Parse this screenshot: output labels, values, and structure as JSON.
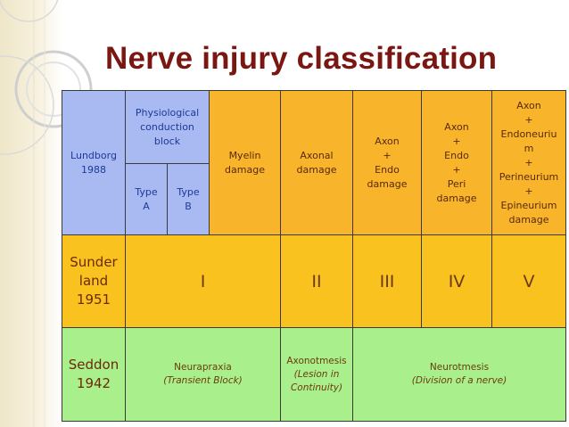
{
  "slide": {
    "title": "Nerve injury classification"
  },
  "table": {
    "lundborg": {
      "label_lines": [
        "Lundborg",
        "1988"
      ],
      "physiological_block_lines": [
        "Physiological",
        "conduction",
        "block"
      ],
      "type_a_lines": [
        "Type",
        "A"
      ],
      "type_b_lines": [
        "Type",
        "B"
      ],
      "myelin_lines": [
        "Myelin",
        "damage"
      ],
      "axonal_lines": [
        "Axonal",
        "damage"
      ],
      "axon_endo_lines": [
        "Axon",
        "+",
        "Endo",
        "damage"
      ],
      "axon_endo_peri_lines": [
        "Axon",
        "+",
        "Endo",
        "+",
        "Peri",
        "damage"
      ],
      "axon_full_lines": [
        "Axon",
        "+",
        "Endoneuriu",
        "m",
        "+",
        "Perineurium",
        "+",
        "Epineurium",
        "damage"
      ]
    },
    "sunderland": {
      "label_lines": [
        "Sunder",
        "land",
        "1951"
      ],
      "grades": [
        "I",
        "II",
        "III",
        "IV",
        "V"
      ]
    },
    "seddon": {
      "label_lines": [
        "Seddon",
        "1942"
      ],
      "neurapraxia": {
        "name": "Neurapraxia",
        "desc": "(Transient Block)"
      },
      "axonotmesis": {
        "name": "Axonotmesis",
        "desc_lines": [
          "(Lesion in",
          "Continuity)"
        ]
      },
      "neurotmesis": {
        "name": "Neurotmesis",
        "desc": "(Division of a nerve)"
      }
    }
  },
  "colors": {
    "title": "#7a1712",
    "lundborg_blue": "#a9b9f2",
    "lundborg_orange": "#f8b42a",
    "sunderland_yellow": "#f9c21e",
    "seddon_green": "#a9f08c"
  }
}
